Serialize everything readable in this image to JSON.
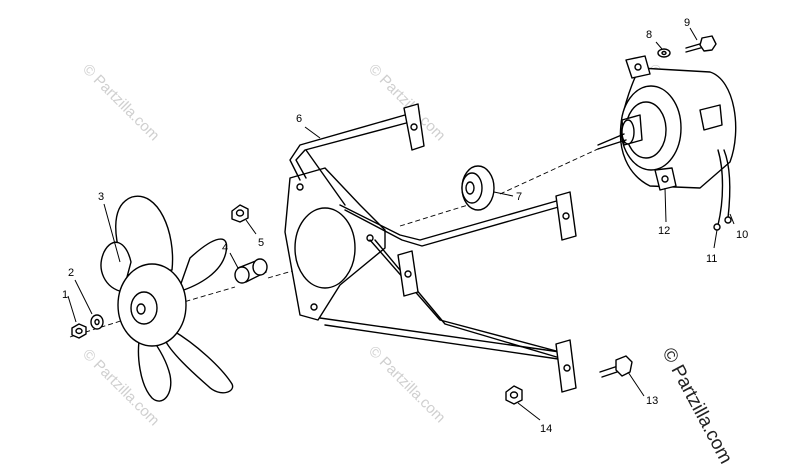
{
  "watermark": {
    "text": "© Partzilla.com",
    "color": "#cfcfcf",
    "corner_text": "© Partzilla.com",
    "corner_color": "#222222"
  },
  "callouts": [
    {
      "id": "1",
      "label": "1"
    },
    {
      "id": "2",
      "label": "2"
    },
    {
      "id": "3",
      "label": "3"
    },
    {
      "id": "4",
      "label": "4"
    },
    {
      "id": "5",
      "label": "5"
    },
    {
      "id": "6",
      "label": "6"
    },
    {
      "id": "7",
      "label": "7"
    },
    {
      "id": "8",
      "label": "8"
    },
    {
      "id": "9",
      "label": "9"
    },
    {
      "id": "10",
      "label": "10"
    },
    {
      "id": "11",
      "label": "11"
    },
    {
      "id": "12",
      "label": "12"
    },
    {
      "id": "13",
      "label": "13"
    },
    {
      "id": "14",
      "label": "14"
    }
  ]
}
